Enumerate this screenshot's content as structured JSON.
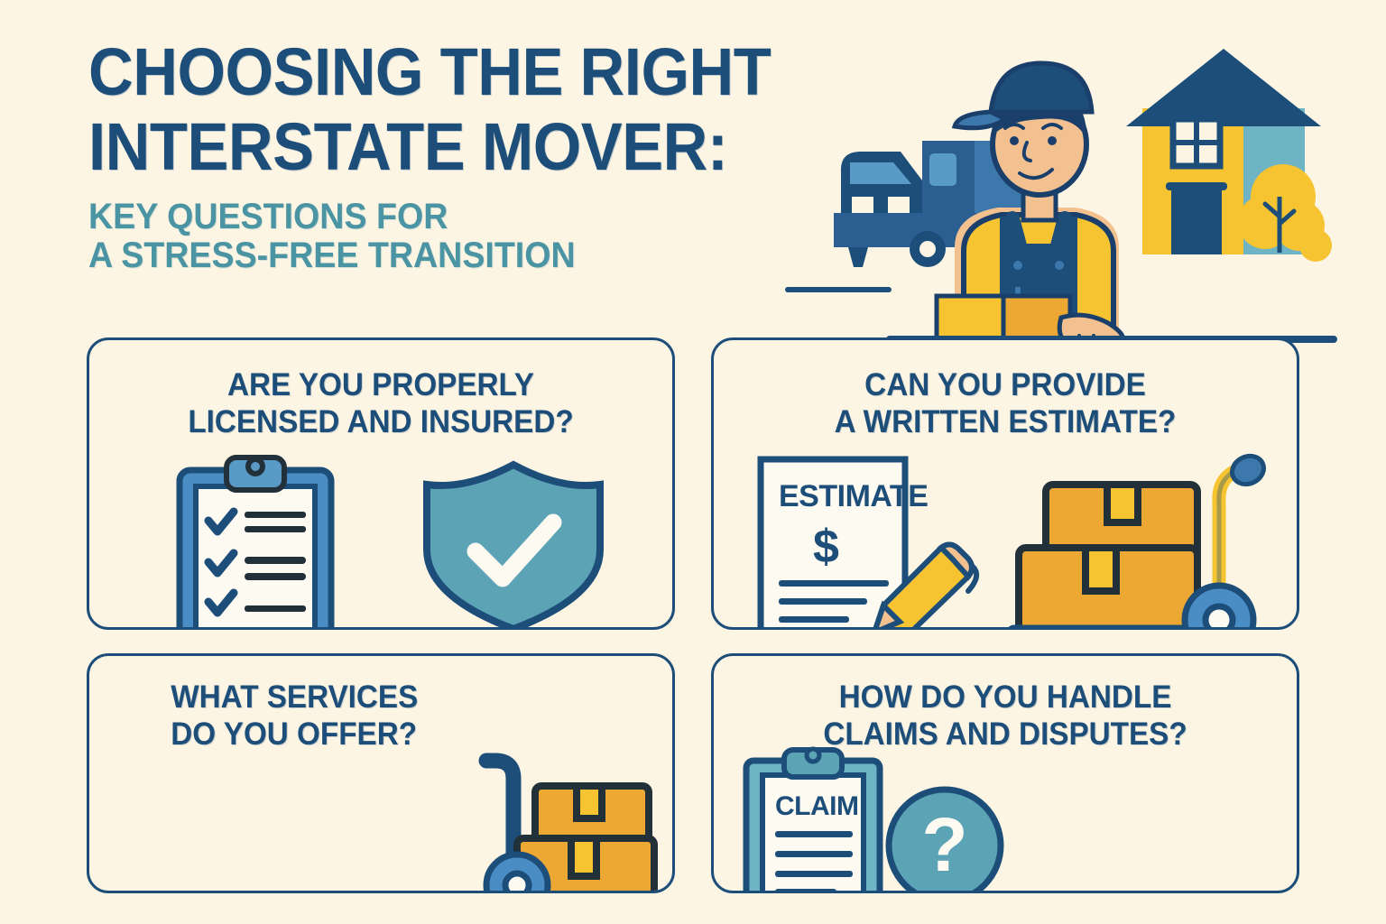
{
  "background_color": "#fdf5e4",
  "palette": {
    "dark_blue": "#1d4e7a",
    "navy": "#1b3f6b",
    "teal": "#4a94a3",
    "shield_teal": "#5ba3b5",
    "mid_blue": "#4a8dc4",
    "light_blue": "#6aa8d6",
    "yellow": "#f5c430",
    "orange_yellow": "#eda733",
    "skin": "#f2c18f",
    "white": "#fdfaf2",
    "ink": "#22303a"
  },
  "header": {
    "title_lines": [
      "CHOOSING THE RIGHT",
      "INTERSTATE MOVER:"
    ],
    "subtitle_lines": [
      "KEY QUESTIONS FOR",
      "A STRESS-FREE TRANSITION"
    ]
  },
  "hero": {
    "name": "mover-with-box-illustration",
    "elements": [
      "moving-truck",
      "mover-person-with-cap",
      "cardboard-box",
      "house",
      "tree"
    ]
  },
  "cards": [
    {
      "id": "licensed-insured",
      "title_lines": [
        "ARE YOU PROPERLY",
        "LICENSED AND INSURED?"
      ],
      "icons": [
        "clipboard-checklist-icon",
        "shield-check-icon"
      ],
      "clipboard_checkmarks": 3,
      "clipboard_lines": 5
    },
    {
      "id": "written-estimate",
      "title_lines": [
        "CAN YOU PROVIDE",
        "A WRITTEN ESTIMATE?"
      ],
      "icons": [
        "estimate-document-icon",
        "pencil-icon",
        "hand-truck-boxes-icon"
      ],
      "document_heading": "ESTIMATE",
      "document_symbol": "$",
      "document_lines": 3
    },
    {
      "id": "services-offered",
      "title_lines": [
        "WHAT SERVICES",
        "DO YOU OFFER?"
      ],
      "icons": [
        "hand-truck-boxes-icon"
      ]
    },
    {
      "id": "claims-disputes",
      "title_lines": [
        "HOW DO YOU HANDLE",
        "CLAIMS AND DISPUTES?"
      ],
      "icons": [
        "claim-clipboard-icon",
        "question-mark-circle-icon"
      ],
      "document_heading": "CLAIM",
      "document_lines": 4,
      "question_glyph": "?"
    }
  ]
}
